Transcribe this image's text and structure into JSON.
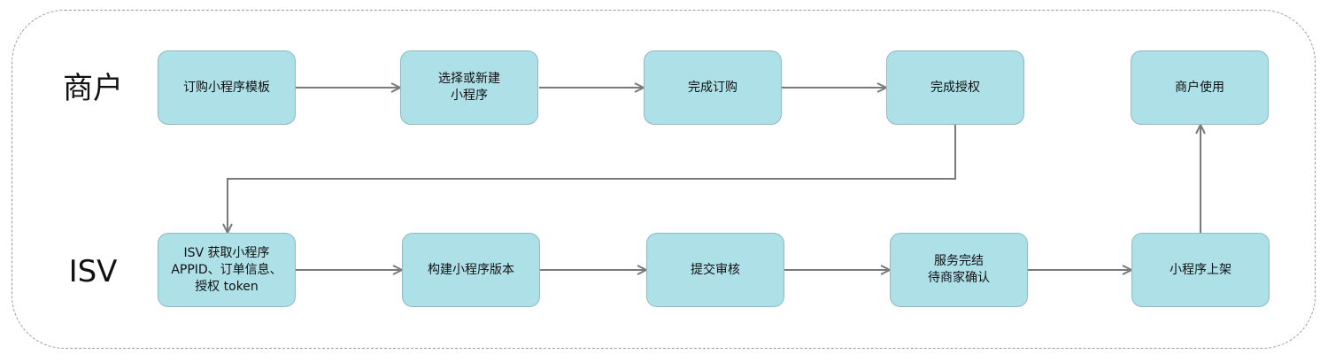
{
  "lanes": {
    "merchant": "商户",
    "isv": "ISV"
  },
  "merchant_steps": [
    "订购小程序模板",
    "选择或新建\n小程序",
    "完成订购",
    "完成授权",
    "商户使用"
  ],
  "isv_steps": [
    "ISV 获取小程序\nAPPID、订单信息、\n授权 token",
    "构建小程序版本",
    "提交审核",
    "服务完结\n待商家确认",
    "小程序上架"
  ],
  "colors": {
    "node_fill": "#aee0e8",
    "node_border": "#8fb9c2",
    "arrow": "#7a7a7a",
    "frame": "#9a9a9a"
  }
}
